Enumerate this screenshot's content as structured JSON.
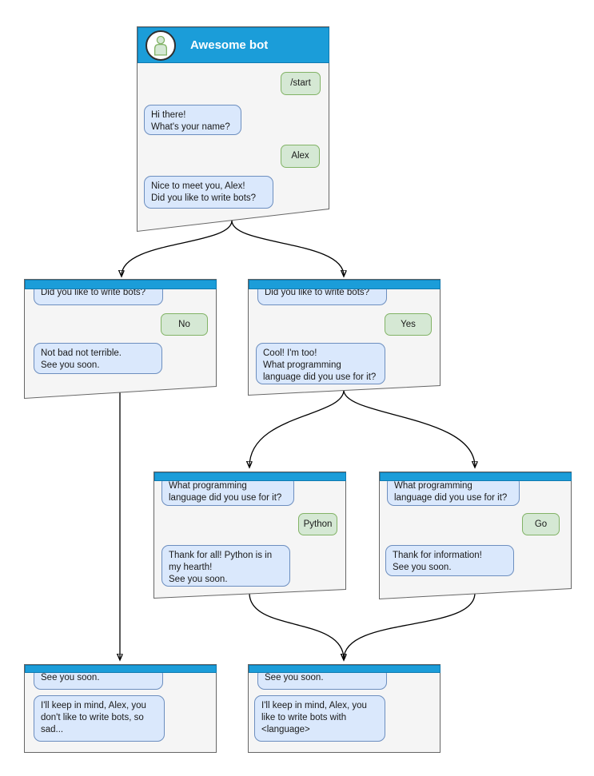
{
  "diagram_title": "Awesome bot conversation flow",
  "colors": {
    "header_blue": "#1b9dd9",
    "header_blue_border": "#0f7ab0",
    "bot_bubble_fill": "#dae8fc",
    "bot_bubble_border": "#6c8ebf",
    "user_bubble_fill": "#d5e8d4",
    "user_bubble_border": "#82b366",
    "window_fill": "#f5f5f5",
    "window_border": "#666666",
    "connector": "#000000"
  },
  "windows": [
    {
      "id": "awesome-bot",
      "header": {
        "title": "Awesome bot",
        "avatar_icon": "person-icon"
      },
      "messages": [
        {
          "from": "user",
          "text": "/start"
        },
        {
          "from": "bot",
          "text": "Hi there!\nWhat's your name?"
        },
        {
          "from": "user",
          "text": "Alex"
        },
        {
          "from": "bot",
          "text": "Nice to meet you, Alex!\nDid you like to write bots?"
        }
      ]
    },
    {
      "id": "branch-no",
      "header": {
        "title": ""
      },
      "messages": [
        {
          "from": "bot",
          "text": "Did you like to write bots?"
        },
        {
          "from": "user",
          "text": "No"
        },
        {
          "from": "bot",
          "text": "Not bad not terrible.\nSee you soon."
        }
      ]
    },
    {
      "id": "branch-yes",
      "header": {
        "title": ""
      },
      "messages": [
        {
          "from": "bot",
          "text": "Did you like to write bots?"
        },
        {
          "from": "user",
          "text": "Yes"
        },
        {
          "from": "bot",
          "text": "Cool! I'm too!\nWhat programming\nlanguage did you use for it?"
        }
      ]
    },
    {
      "id": "branch-python",
      "header": {
        "title": ""
      },
      "messages": [
        {
          "from": "bot",
          "text": "What programming\nlanguage did you use for it?"
        },
        {
          "from": "user",
          "text": "Python"
        },
        {
          "from": "bot",
          "text": "Thank for all! Python is in\nmy hearth!\nSee you soon."
        }
      ]
    },
    {
      "id": "branch-go",
      "header": {
        "title": ""
      },
      "messages": [
        {
          "from": "bot",
          "text": "What programming\nlanguage did you use for it?"
        },
        {
          "from": "user",
          "text": "Go"
        },
        {
          "from": "bot",
          "text": "Thank for information!\nSee you soon."
        }
      ]
    },
    {
      "id": "end-negative",
      "header": {
        "title": ""
      },
      "messages": [
        {
          "from": "bot",
          "text": "See you soon."
        },
        {
          "from": "bot",
          "text": "I'll keep in mind, Alex, you\ndon't like to write bots, so\nsad..."
        }
      ]
    },
    {
      "id": "end-positive",
      "header": {
        "title": ""
      },
      "messages": [
        {
          "from": "bot",
          "text": "See you soon."
        },
        {
          "from": "bot",
          "text": "I'll keep in mind, Alex, you\nlike to write bots with\n<language>"
        }
      ]
    }
  ],
  "edges": [
    {
      "from": "awesome-bot",
      "to": "branch-no"
    },
    {
      "from": "awesome-bot",
      "to": "branch-yes"
    },
    {
      "from": "branch-yes",
      "to": "branch-python"
    },
    {
      "from": "branch-yes",
      "to": "branch-go"
    },
    {
      "from": "branch-no",
      "to": "end-negative"
    },
    {
      "from": "branch-python",
      "to": "end-positive"
    },
    {
      "from": "branch-go",
      "to": "end-positive"
    }
  ]
}
